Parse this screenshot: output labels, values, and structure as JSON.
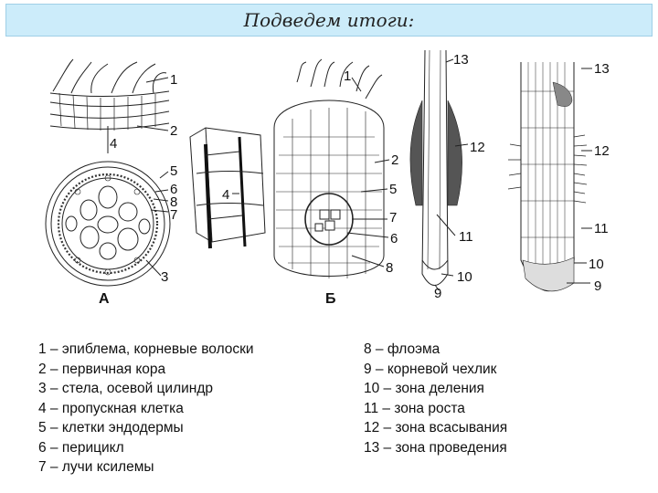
{
  "title": "Подведем итоги:",
  "figure": {
    "panel_a": {
      "caption": "А",
      "callouts": [
        "1",
        "2",
        "4",
        "5",
        "6",
        "8",
        "7",
        "3"
      ]
    },
    "panel_b": {
      "caption": "Б",
      "callouts": [
        "1",
        "2",
        "5",
        "7",
        "6",
        "8",
        "4"
      ]
    },
    "root_tip": {
      "callouts": [
        "13",
        "12",
        "11",
        "10",
        "9"
      ]
    },
    "root_tip_2": {
      "callouts": [
        "13",
        "12",
        "11",
        "10",
        "9"
      ]
    }
  },
  "legend": {
    "left": [
      "1 – эпиблема, корневые волоски",
      "2 – первичная кора",
      "3 – стела, осевой цилиндр",
      "4 – пропускная клетка",
      "5 – клетки эндодермы",
      "6 – перицикл",
      "7 – лучи ксилемы"
    ],
    "right": [
      "8 – флоэма",
      "9 – корневой чехлик",
      "10 – зона деления",
      "11 – зона роста",
      "12 – зона всасывания",
      "13 – зона проведения"
    ]
  }
}
